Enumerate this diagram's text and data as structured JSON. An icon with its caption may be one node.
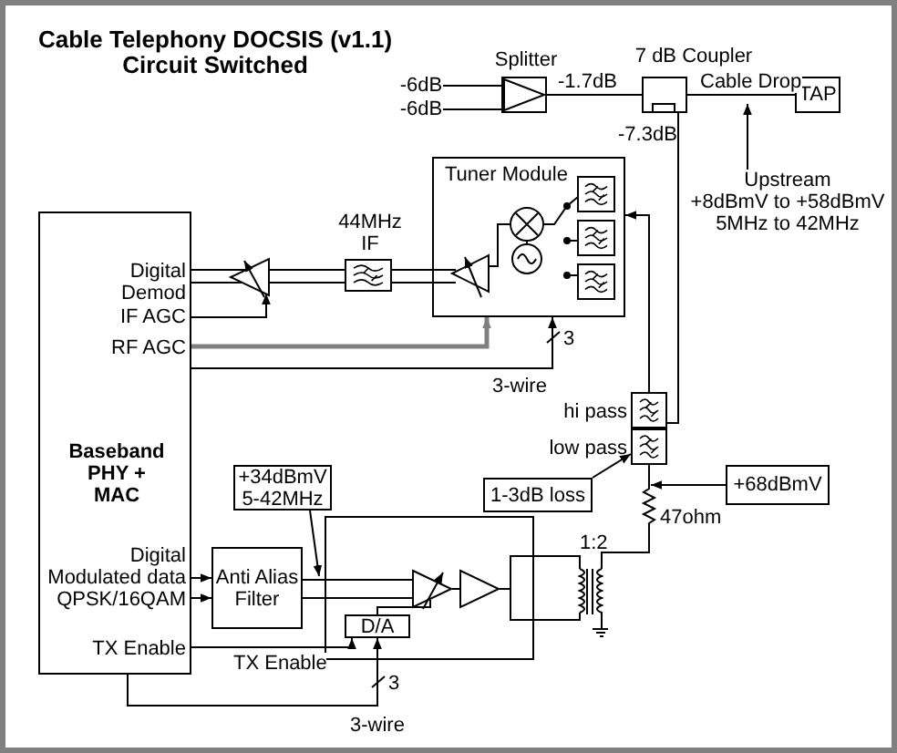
{
  "diagram": {
    "title": "Cable Telephony DOCSIS (v1.1) Circuit Switched",
    "nodes": [
      {
        "text": [
          "Digital Demod",
          "IF AGC",
          "RF AGC",
          "Baseband PHY + MAC",
          "Digital Modulated data",
          "QPSK/16QAM",
          "TX Enable"
        ]
      },
      {
        "text": [
          "Splitter"
        ]
      },
      {
        "text": [
          "7 dB Coupler"
        ]
      },
      {
        "text": [
          "TAP"
        ]
      },
      {
        "text": [
          "Tuner Module"
        ]
      },
      {
        "text": [
          "44MHz IF"
        ]
      },
      {
        "text": [
          "hi pass"
        ]
      },
      {
        "text": [
          "low pass"
        ]
      },
      {
        "text": [
          "1-3dB loss"
        ]
      },
      {
        "text": [
          "+68dBmV"
        ]
      },
      {
        "text": [
          "+34dBmV 5-42MHz"
        ]
      },
      {
        "text": [
          "Anti Alias Filter"
        ]
      },
      {
        "text": [],
        "shape": "box"
      },
      {
        "text": [
          "D/A"
        ],
        "in": 12
      },
      {
        "text": [
          "Upstream",
          "+8dBmV to +58dBmV 5MHz to 42MHz"
        ]
      },
      {
        "text": [
          "-6dB"
        ]
      },
      {
        "text": [
          "-6dB"
        ]
      },
      {
        "text": [],
        "shape": "triangle"
      },
      {
        "text": [],
        "shape": "triangle",
        "in": 12
      },
      {
        "text": [],
        "shape": "triangle",
        "in": 12
      },
      {
        "text": [],
        "shape": "transformer"
      },
      {
        "text": [],
        "shape": "triangle",
        "in": 1
      }
    ],
    "edges": [
      {
        "from": 15,
        "to": 21,
        "arrow": "none"
      },
      {
        "from": 16,
        "to": 21,
        "arrow": "none"
      },
      {
        "from": 21,
        "to": 2,
        "arrow": "none",
        "label": "-1.7dB"
      },
      {
        "from": 2,
        "to": 3,
        "arrow": "none",
        "label": "Cable Drop"
      },
      {
        "from": 2,
        "to": 6,
        "arrow": "none",
        "label": "-7.3dB"
      },
      {
        "from": 6,
        "to": 4,
        "arrow": "to"
      },
      {
        "from": 14,
        "to": 2,
        "arrow": "to"
      },
      {
        "from": 0,
        "to": 17,
        "arrow": "none"
      },
      {
        "from": 0,
        "to": 17,
        "arrow": "none"
      },
      {
        "from": 17,
        "to": 5,
        "arrow": "none"
      },
      {
        "from": 17,
        "to": 5,
        "arrow": "none"
      },
      {
        "from": 5,
        "to": 4,
        "arrow": "none"
      },
      {
        "from": 5,
        "to": 4,
        "arrow": "none"
      },
      {
        "from": 0,
        "to": 17,
        "arrow": "to"
      },
      {
        "from": 0,
        "to": 4,
        "arrow": "to",
        "style": "thick",
        "color": "#808080"
      },
      {
        "from": 0,
        "to": 4,
        "arrow": "to",
        "label": "3-wire"
      },
      {
        "from": 8,
        "to": 7,
        "arrow": "to"
      },
      {
        "from": 9,
        "to": 7,
        "arrow": "to"
      },
      {
        "from": 7,
        "to": 20,
        "arrow": "none"
      },
      {
        "from": 10,
        "to": 11,
        "arrow": "to"
      },
      {
        "from": 0,
        "to": 11,
        "arrow": "to"
      },
      {
        "from": 0,
        "to": 11,
        "arrow": "to"
      },
      {
        "from": 11,
        "to": 18,
        "arrow": "none"
      },
      {
        "from": 11,
        "to": 18,
        "arrow": "none"
      },
      {
        "from": 13,
        "to": 18,
        "arrow": "none"
      },
      {
        "from": 18,
        "to": 19,
        "arrow": "none"
      },
      {
        "from": 19,
        "to": 20,
        "arrow": "none"
      },
      {
        "from": 19,
        "to": 20,
        "arrow": "none"
      },
      {
        "from": 0,
        "to": 13,
        "arrow": "to",
        "label": "TX Enable"
      },
      {
        "from": 0,
        "to": 13,
        "arrow": "to",
        "label": "3-wire"
      }
    ],
    "labels": [
      "3",
      "47ohm",
      "1:2",
      "3"
    ]
  }
}
